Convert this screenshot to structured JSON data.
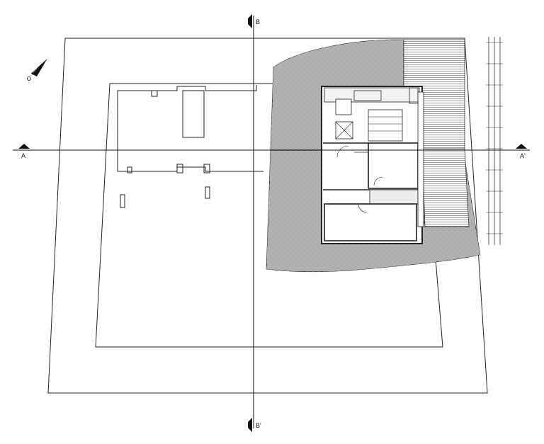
{
  "section_marks": {
    "a": "A",
    "a_prime": "A'",
    "b": "B",
    "b_prime": "B'"
  },
  "room_labels": [
    "",
    "",
    "",
    ""
  ],
  "colors": {
    "line": "#222222",
    "paving": "#3a3a3a",
    "background": "#ffffff"
  },
  "icons": [
    "north-arrow-icon",
    "section-marker-icon"
  ]
}
